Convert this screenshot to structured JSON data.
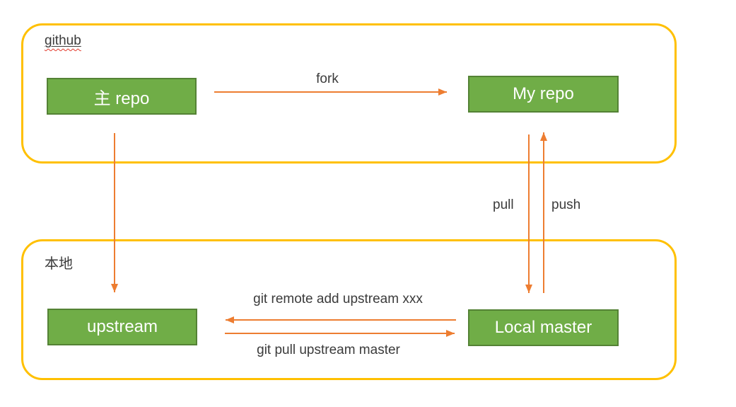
{
  "diagram": {
    "regions": [
      {
        "id": "github",
        "label": "github",
        "misspelled": true
      },
      {
        "id": "local",
        "label": "本地",
        "misspelled": false
      }
    ],
    "nodes": [
      {
        "id": "main_repo",
        "label": "主 repo",
        "region": "github"
      },
      {
        "id": "my_repo",
        "label": "My repo",
        "region": "github"
      },
      {
        "id": "upstream",
        "label": "upstream",
        "region": "local"
      },
      {
        "id": "local_master",
        "label": "Local master",
        "region": "local"
      }
    ],
    "edges": [
      {
        "id": "fork",
        "from": "main_repo",
        "to": "my_repo",
        "label": "fork"
      },
      {
        "id": "main_to_upstream",
        "from": "main_repo",
        "to": "upstream",
        "label": ""
      },
      {
        "id": "pull",
        "from": "my_repo",
        "to": "local_master",
        "label": "pull"
      },
      {
        "id": "push",
        "from": "local_master",
        "to": "my_repo",
        "label": "push"
      },
      {
        "id": "remote_add",
        "from": "local_master",
        "to": "upstream",
        "label": "git remote add upstream xxx"
      },
      {
        "id": "pull_upstream",
        "from": "upstream",
        "to": "local_master",
        "label": "git pull upstream master"
      }
    ],
    "colors": {
      "region_border": "#FFC000",
      "node_fill": "#70AD47",
      "node_border": "#548235",
      "node_text": "#FFFFFF",
      "arrow": "#ED7D31",
      "label_text": "#3B3B3B",
      "squiggle": "#E2392B"
    }
  }
}
